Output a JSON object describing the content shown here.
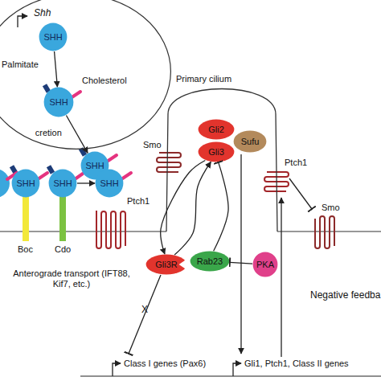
{
  "diagram": {
    "nodes": [
      {
        "text": [
          "Shh",
          "Palmitate",
          "Cholesterol"
        ]
      },
      {
        "text": [
          "SHH"
        ],
        "in": 0
      },
      {
        "text": [
          "SHH"
        ],
        "in": 0
      },
      {
        "text": [
          "SHH"
        ]
      },
      {
        "text": [
          "SHH"
        ]
      },
      {
        "text": [
          "SHH"
        ]
      },
      {
        "text": [
          "SHH"
        ]
      },
      {
        "text": [
          "Primary cilium"
        ]
      },
      {
        "text": [
          "Gli2"
        ],
        "in": 7
      },
      {
        "text": [
          "Gli3"
        ],
        "in": 7
      },
      {
        "text": [
          "Sufu"
        ],
        "in": 7
      },
      {
        "text": [
          "Gli3R"
        ]
      },
      {
        "text": [
          "Rab23"
        ]
      },
      {
        "text": [
          "PKA"
        ]
      }
    ],
    "edges": [
      {
        "from": 1,
        "to": 2,
        "arrow": "to"
      },
      {
        "from": 2,
        "to": 3,
        "arrow": "to",
        "label": "cretion"
      },
      {
        "from": 5,
        "to": 6,
        "arrow": "to"
      },
      {
        "from": 9,
        "to": 11,
        "arrow": "to"
      },
      {
        "from": 11,
        "to": 9,
        "arrow": "to"
      },
      {
        "from": 12,
        "to": 9,
        "arrow": "to"
      },
      {
        "from": 13,
        "to": 12,
        "arrow": "to"
      }
    ],
    "labels": [
      "Ptch1",
      "Smo",
      "Ptch1",
      "Smo",
      "Boc",
      "Cdo",
      "Anterograde transport (IFT88, Kif7, etc.)",
      "X",
      "Negative feedba",
      "Class I genes (Pax6)",
      "Gli1, Ptch1, Class II genes"
    ]
  }
}
